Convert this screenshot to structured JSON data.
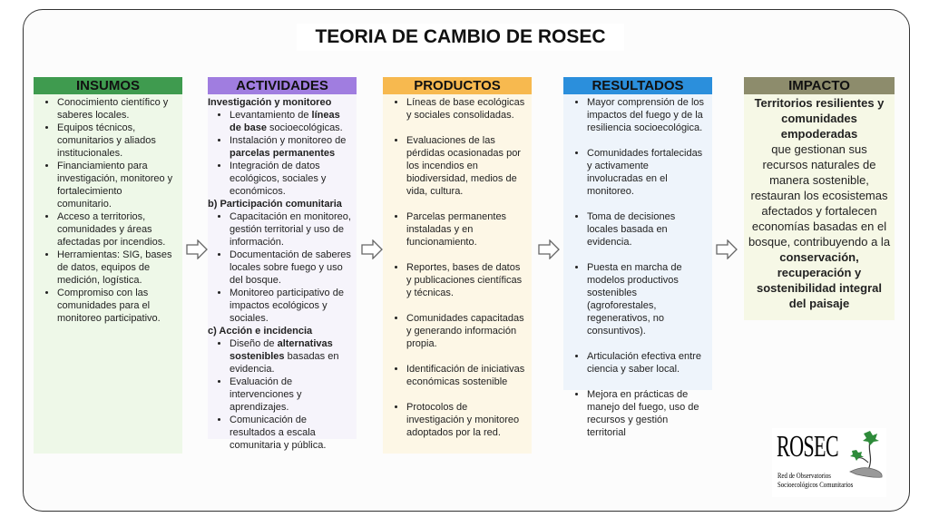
{
  "title": "TEORIA DE CAMBIO DE ROSEC",
  "columns": {
    "insumos": {
      "header": "INSUMOS",
      "color": "#3f9b4f",
      "bg": "#eef8e8",
      "items": [
        "Conocimiento científico y saberes locales.",
        "Equipos técnicos, comunitarios y aliados institucionales.",
        "Financiamiento para investigación, monitoreo y fortalecimiento comunitario.",
        "Acceso a territorios, comunidades y áreas afectadas por incendios.",
        "Herramientas: SIG, bases de datos, equipos de medición, logística.",
        "Compromiso con las comunidades para el monitoreo participativo."
      ]
    },
    "actividades": {
      "header": "ACTIVIDADES",
      "color": "#a07de0",
      "bg": "#f6f4fb",
      "sections": [
        {
          "title": "Investigación y monitoreo",
          "items": [
            [
              "Levantamiento de ",
              "líneas de base",
              " socioecológicas."
            ],
            [
              "Instalación y monitoreo de ",
              "parcelas permanentes",
              ""
            ],
            [
              "Integración de datos ecológicos, sociales y económicos.",
              "",
              ""
            ]
          ]
        },
        {
          "title": "b) Participación comunitaria",
          "items": [
            [
              "Capacitación en monitoreo, gestión territorial y uso de información.",
              "",
              ""
            ],
            [
              "Documentación de saberes locales sobre fuego y uso del bosque.",
              "",
              ""
            ],
            [
              "Monitoreo participativo de impactos ecológicos y sociales.",
              "",
              ""
            ]
          ]
        },
        {
          "title": "c) Acción e incidencia",
          "items": [
            [
              "Diseño de ",
              "alternativas sostenibles",
              " basadas en evidencia."
            ],
            [
              "Evaluación de intervenciones y aprendizajes.",
              "",
              ""
            ],
            [
              "Comunicación de resultados a escala comunitaria y pública.",
              "",
              ""
            ]
          ]
        }
      ]
    },
    "productos": {
      "header": "PRODUCTOS",
      "color": "#f7b94f",
      "bg": "#fdf7e6",
      "items": [
        "Líneas de base ecológicas y sociales consolidadas.",
        "Evaluaciones de las pérdidas  ocasionadas por los incendios en biodiversidad, medios de vida, cultura.",
        "Parcelas permanentes instaladas y en funcionamiento.",
        "Reportes, bases de datos y publicaciones científicas y técnicas.",
        "Comunidades capacitadas y generando información propia.",
        "Identificación de iniciativas económicas sostenible",
        "Protocolos de investigación y monitoreo adoptados por la red."
      ]
    },
    "resultados": {
      "header": "RESULTADOS",
      "color": "#2b8fdc",
      "bg": "#eef4fb",
      "items": [
        "Mayor comprensión de los impactos del fuego y de la resiliencia socioecológica.",
        "Comunidades fortalecidas y activamente involucradas en el monitoreo.",
        "Toma de decisiones locales basada en evidencia.",
        "Puesta en marcha de modelos productivos sostenibles (agroforestales, regenerativos, no consuntivos).",
        "Articulación efectiva entre ciencia y saber local.",
        "Mejora en prácticas de manejo del fuego, uso de recursos y gestión territorial"
      ]
    },
    "impacto": {
      "header": "IMPACTO",
      "color": "#8d8c6c",
      "bg": "#f6f8e6",
      "bold1": "Territorios resilientes y comunidades empoderadas",
      "text": "que gestionan sus recursos naturales de manera sostenible, restauran los ecosistemas afectados y fortalecen economías basadas en el bosque, contribuyendo a la ",
      "bold2": "conservación, recuperación y sostenibilidad integral del paisaje"
    }
  },
  "logo": {
    "name": "ROSEC",
    "line1": "Red de Observatorios",
    "line2": "Socioecológicos Comunitarios"
  },
  "arrow_icon": "right-arrow-outline"
}
